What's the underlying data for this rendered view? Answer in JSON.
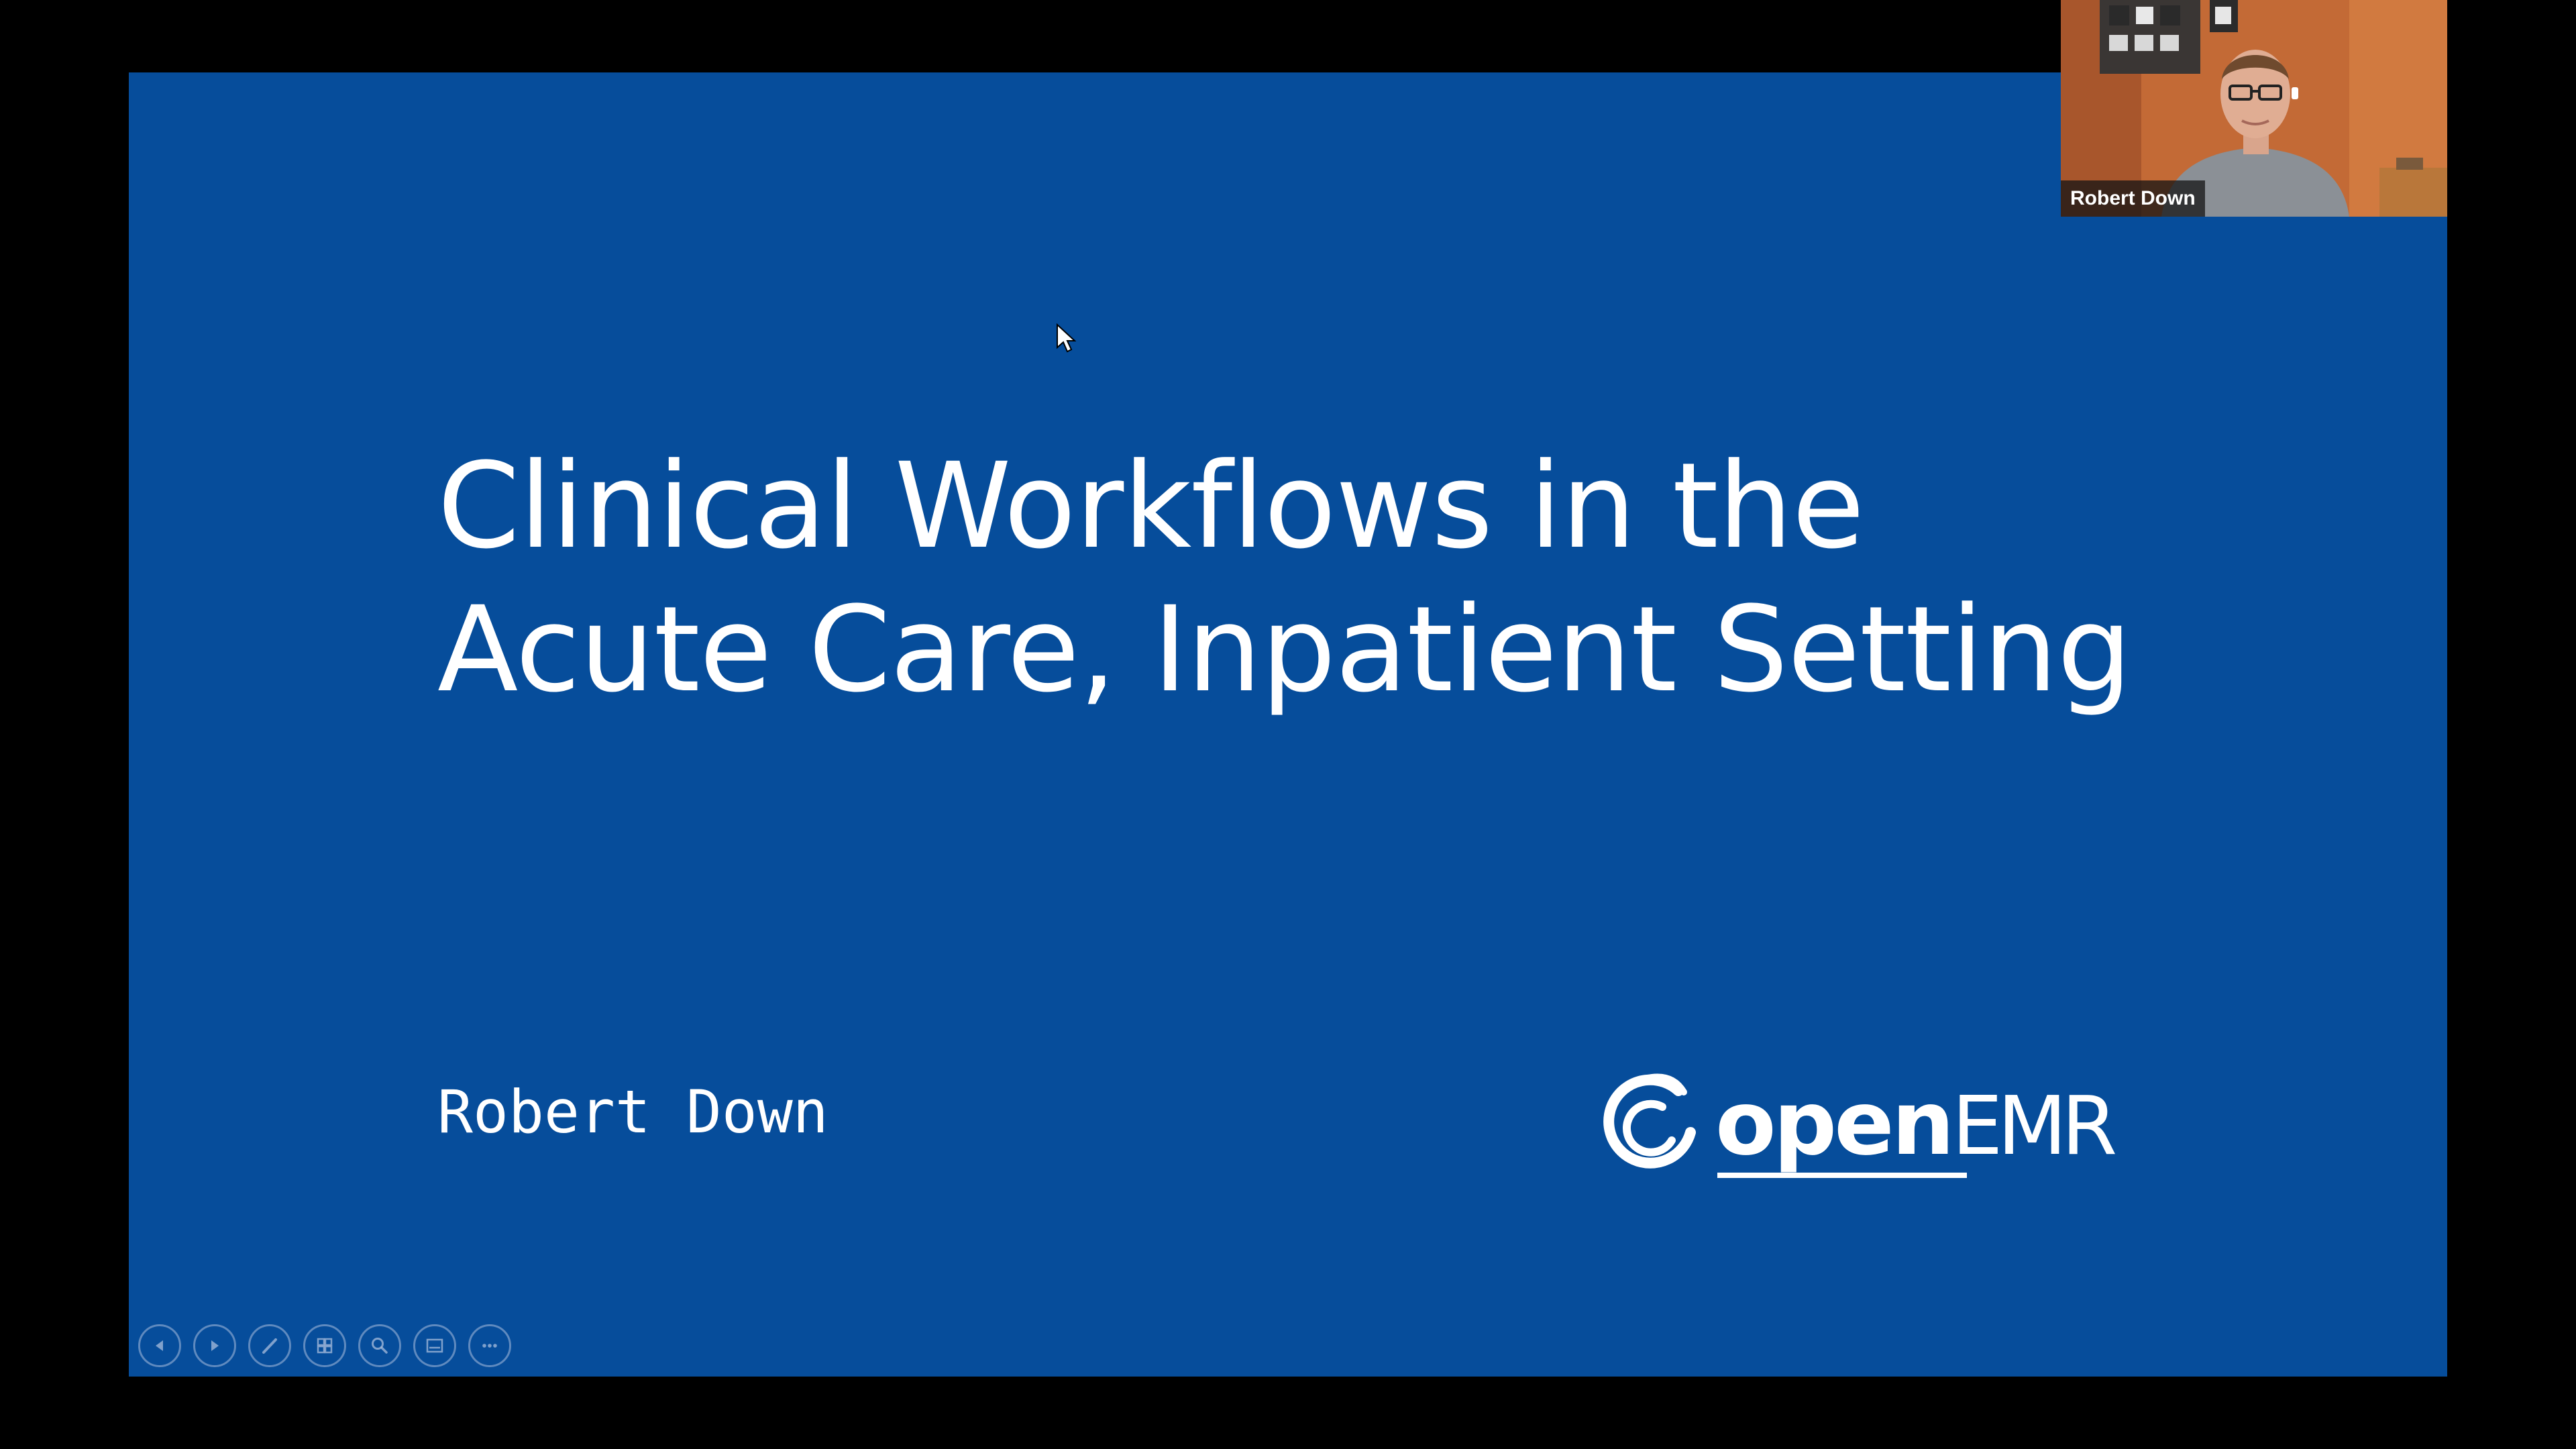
{
  "slide": {
    "title_lines": [
      "Clinical Workflows in the",
      "Acute Care, Inpatient Setting"
    ],
    "presenter_name": "Robert Down",
    "brand": {
      "word_open": "open",
      "word_emr": "EMR",
      "mark_icon": "openemr-swirl-icon"
    },
    "background_color": "#064d9b",
    "text_color": "#ffffff"
  },
  "presenter_controls": [
    {
      "id": "prev",
      "icon": "previous-slide-icon"
    },
    {
      "id": "next",
      "icon": "next-slide-icon"
    },
    {
      "id": "pen",
      "icon": "pen-icon"
    },
    {
      "id": "slides",
      "icon": "see-all-slides-icon"
    },
    {
      "id": "zoom",
      "icon": "zoom-icon"
    },
    {
      "id": "subtitles",
      "icon": "subtitles-icon"
    },
    {
      "id": "more",
      "icon": "more-options-icon"
    }
  ],
  "webcam": {
    "participant_name": "Robert Down"
  }
}
